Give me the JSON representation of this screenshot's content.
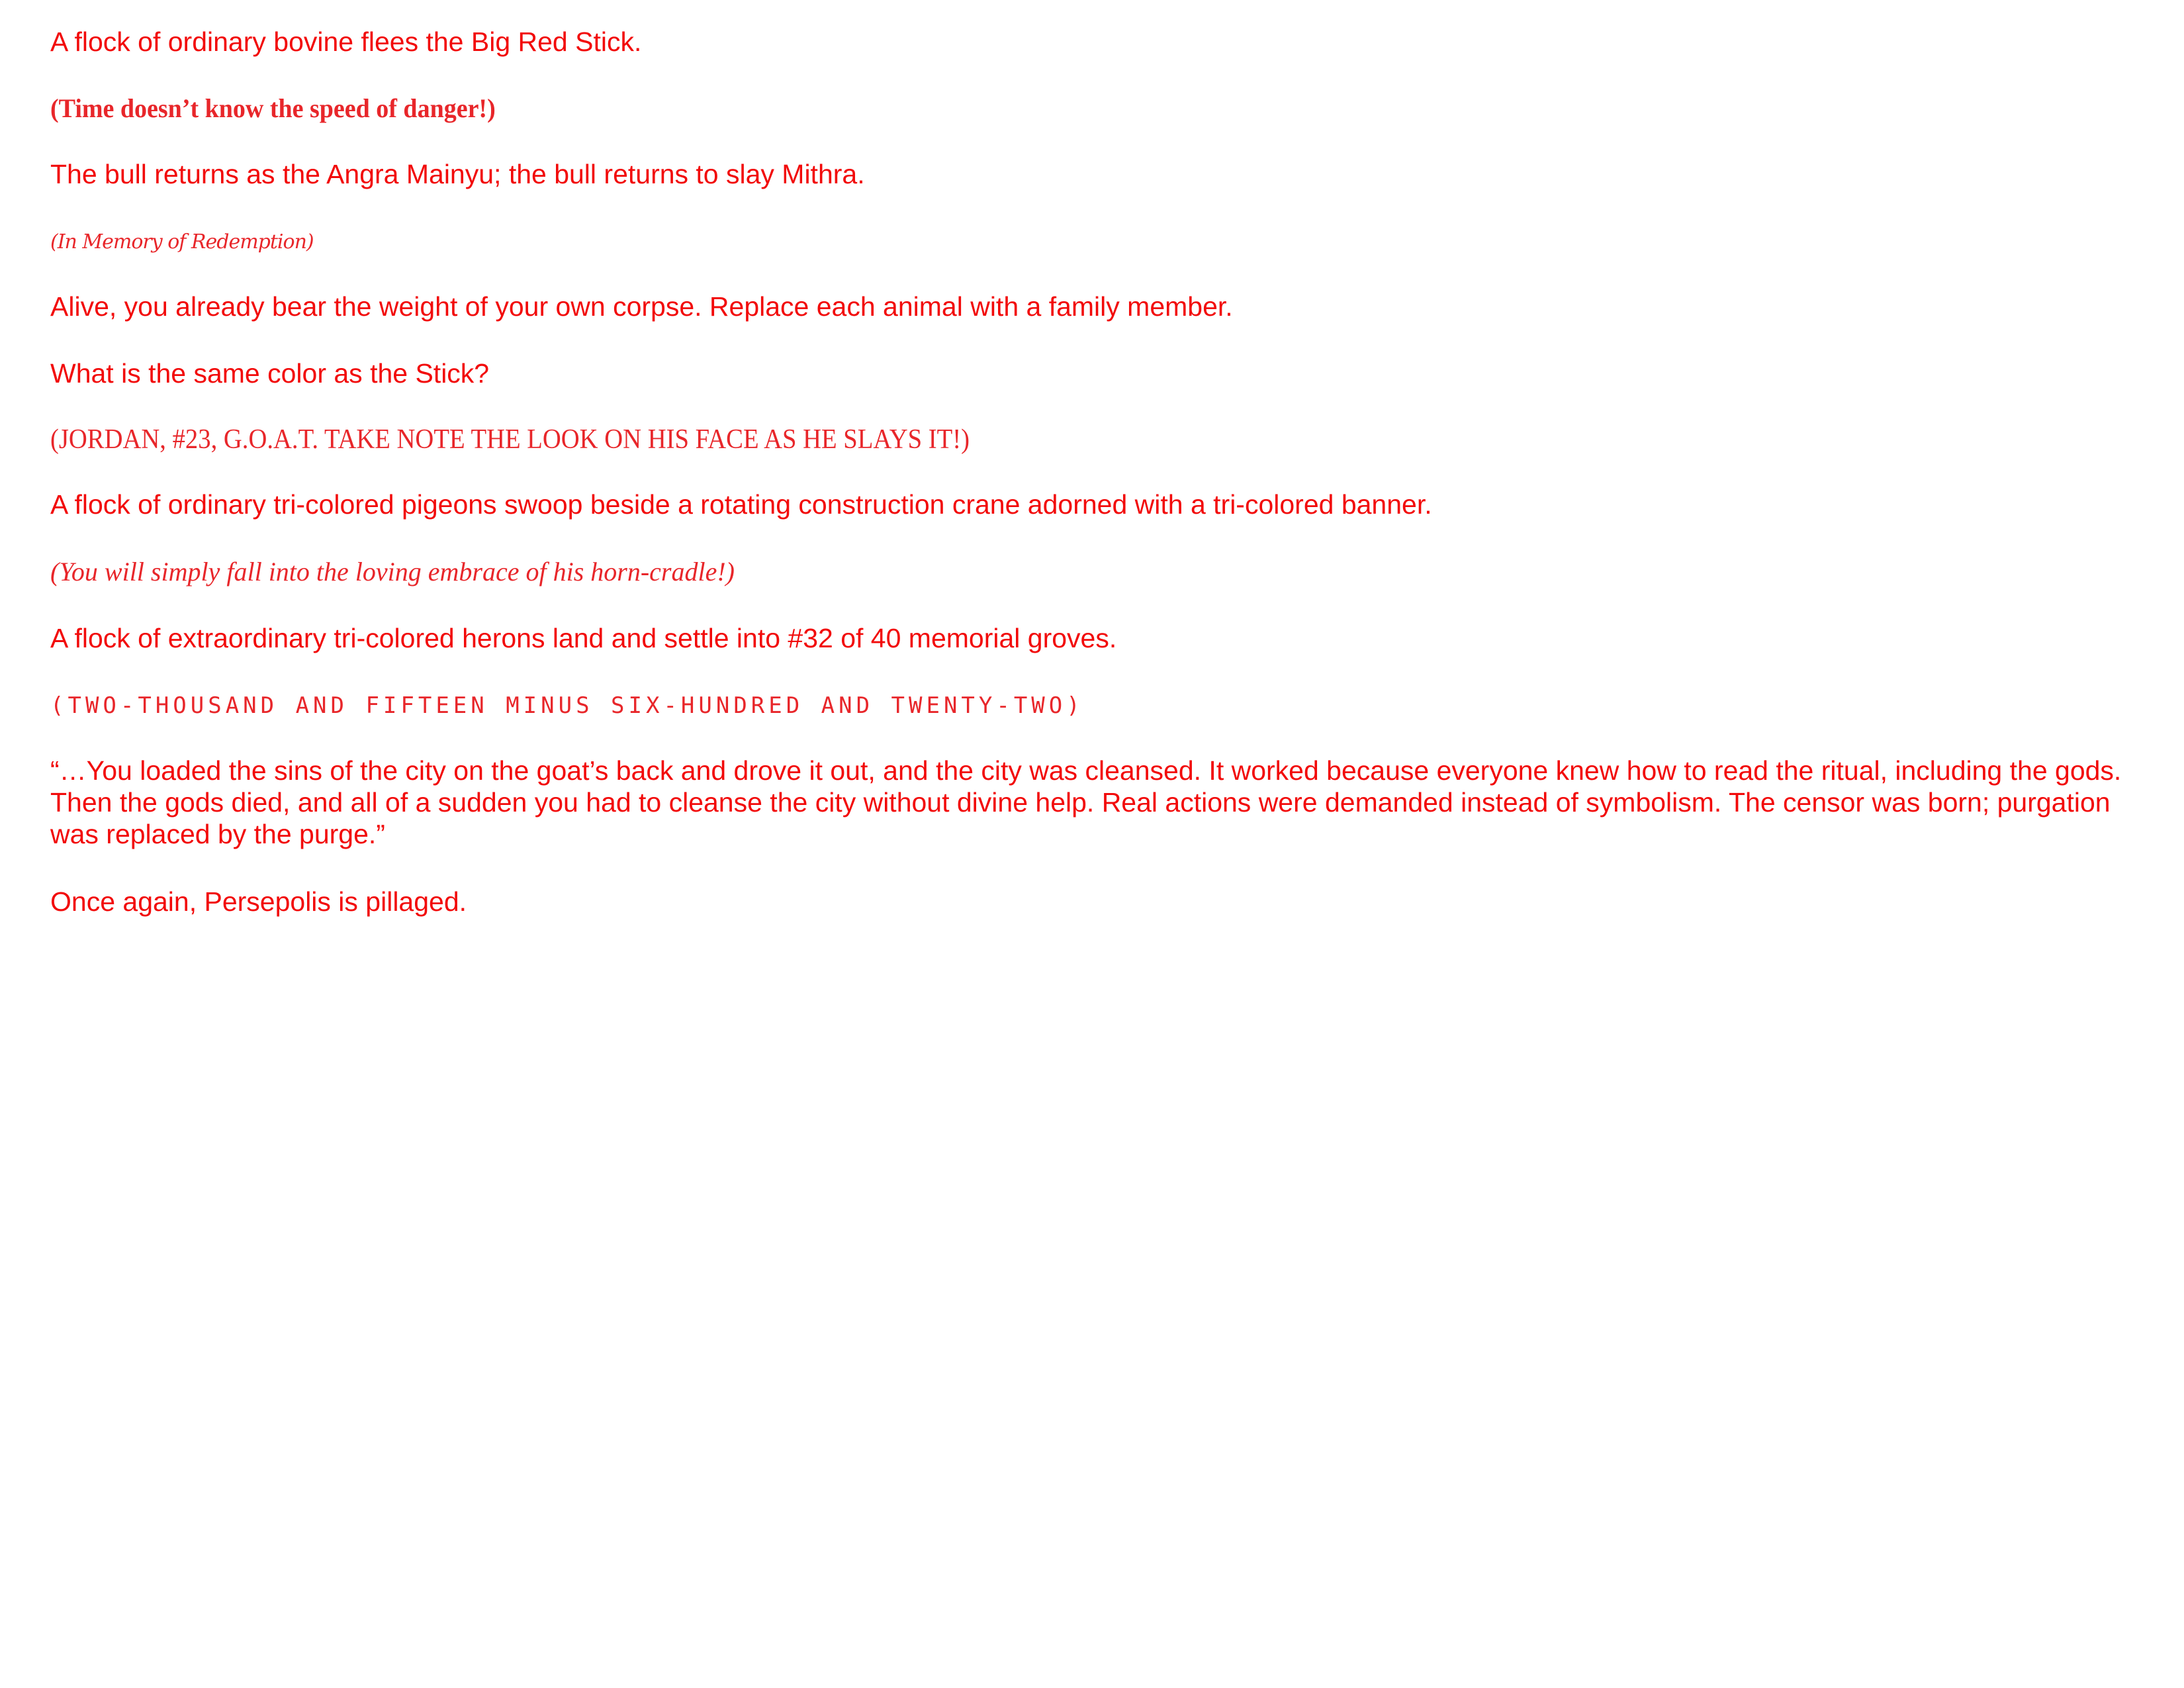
{
  "text_color": "#f20a0a",
  "lines": [
    "A flock of ordinary bovine flees the Big Red Stick.",
    "(Time doesn’t know the speed of danger!)",
    "The bull returns as the Angra Mainyu; the bull returns to slay Mithra.",
    "(In Memory of Redemption)",
    "Alive, you already bear the weight of your own corpse. Replace each animal with a family member.",
    "What is the same color as the Stick?",
    "(JORDAN, #23, G.O.A.T. TAKE NOTE THE LOOK ON HIS FACE AS HE SLAYS IT!)",
    "A flock of ordinary tri-colored pigeons swoop beside a rotating construction crane adorned with a tri-colored banner.",
    "(You will simply fall into the loving embrace of his horn-cradle!)",
    "A flock of extraordinary tri-colored herons land and settle into #32 of 40 memorial groves.",
    "(TWO-THOUSAND AND FIFTEEN MINUS SIX-HUNDRED AND TWENTY-TWO)",
    "“…You loaded the sins of the city on the goat’s back and drove it out, and the city was cleansed. It worked because everyone knew how to read the ritual, including the gods. Then the gods died, and all of a sudden you had to cleanse the city without divine help. Real actions were demanded instead of symbolism. The censor was born; purgation was replaced by the purge.”",
    "Once again, Persepolis is pillaged."
  ]
}
